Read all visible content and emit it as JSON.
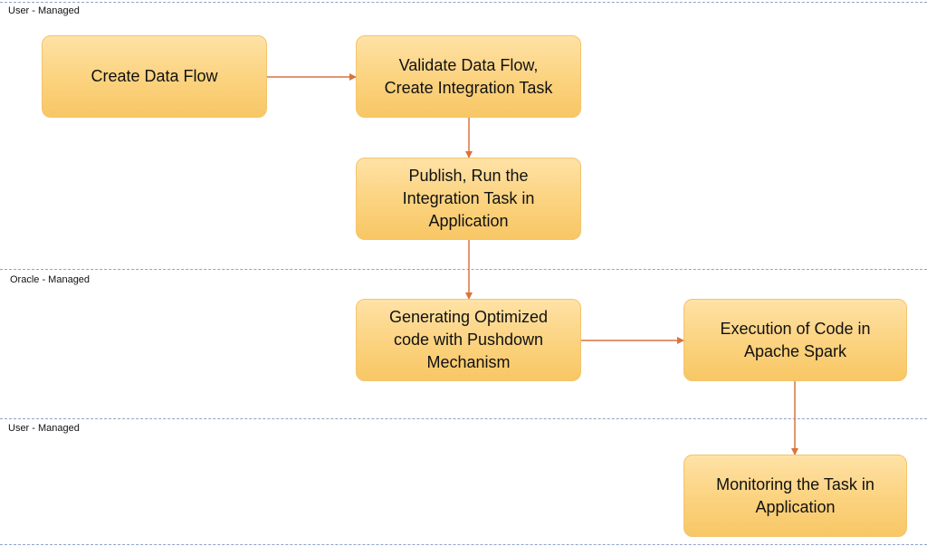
{
  "lanes": [
    {
      "label": "User - Managed"
    },
    {
      "label": "Oracle - Managed"
    },
    {
      "label": "User - Managed"
    }
  ],
  "nodes": {
    "create_data_flow": "Create Data Flow",
    "validate_data_flow": "Validate Data Flow,\nCreate Integration Task",
    "publish_run": "Publish, Run the\nIntegration Task in\nApplication",
    "generating_code": "Generating Optimized\ncode with Pushdown\nMechanism",
    "execution_spark": "Execution of Code in\nApache Spark",
    "monitoring_task": "Monitoring the Task in\nApplication"
  },
  "colors": {
    "box_fill": "#fbd27e",
    "box_border": "#f2c46f",
    "arrow": "#d9733f",
    "lane_line": "#8ea3c7"
  }
}
